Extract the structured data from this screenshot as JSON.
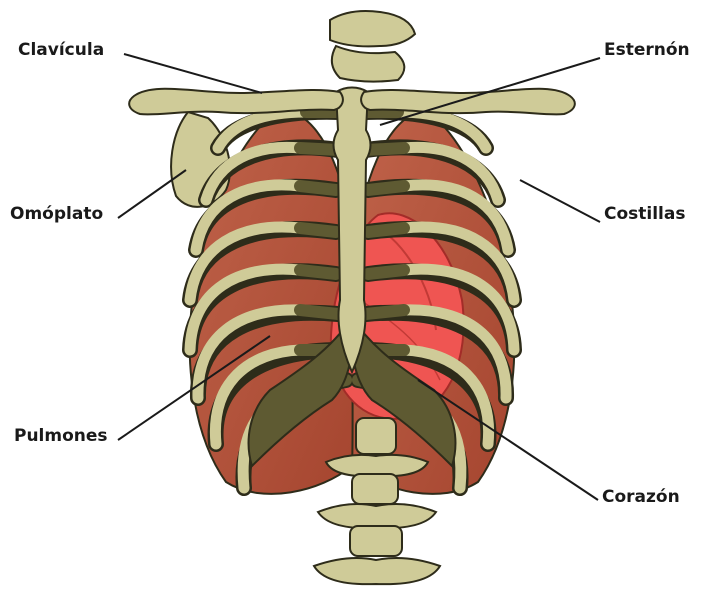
{
  "labels": {
    "clavicula": "Clavícula",
    "esternon": "Esternón",
    "omoplato": "Omóplato",
    "costillas": "Costillas",
    "pulmones": "Pulmones",
    "corazon": "Corazón"
  },
  "colors": {
    "bone": "#cfcb98",
    "bone_outline": "#2e2c1a",
    "cartilage": "#5e5a32",
    "lung": "#b5533d",
    "heart": "#ef5552",
    "leader_line": "#1a1a1a"
  }
}
